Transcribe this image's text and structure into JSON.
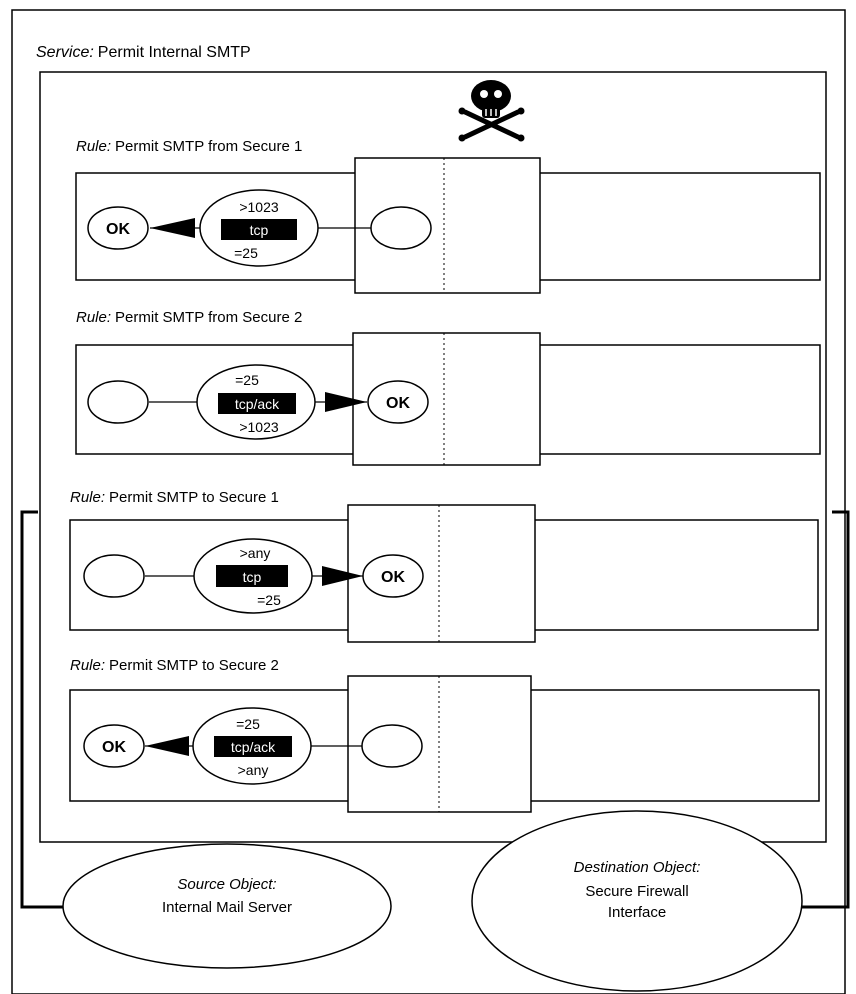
{
  "service": {
    "prefix": "Service:",
    "name": "Permit Internal SMTP"
  },
  "rules": [
    {
      "prefix": "Rule:",
      "name": "Permit SMTP from Secure 1",
      "protocol": "tcp",
      "port_top": ">1023",
      "port_bottom": "=25",
      "ok_label": "OK",
      "arrow": "left"
    },
    {
      "prefix": "Rule:",
      "name": "Permit SMTP from Secure 2",
      "protocol": "tcp/ack",
      "port_top": "=25",
      "port_bottom": ">1023",
      "ok_label": "OK",
      "arrow": "right"
    },
    {
      "prefix": "Rule:",
      "name": "Permit SMTP to Secure 1",
      "protocol": "tcp",
      "port_top": ">any",
      "port_bottom": "=25",
      "ok_label": "OK",
      "arrow": "right"
    },
    {
      "prefix": "Rule:",
      "name": "Permit SMTP to Secure 2",
      "protocol": "tcp/ack",
      "port_top": "=25",
      "port_bottom": ">any",
      "ok_label": "OK",
      "arrow": "left"
    }
  ],
  "source_object": {
    "label": "Source Object:",
    "name": "Internal Mail Server"
  },
  "destination_object": {
    "label": "Destination Object:",
    "name_line1": "Secure Firewall",
    "name_line2": "Interface"
  },
  "icons": {
    "deny": "skull-crossbones-icon"
  }
}
